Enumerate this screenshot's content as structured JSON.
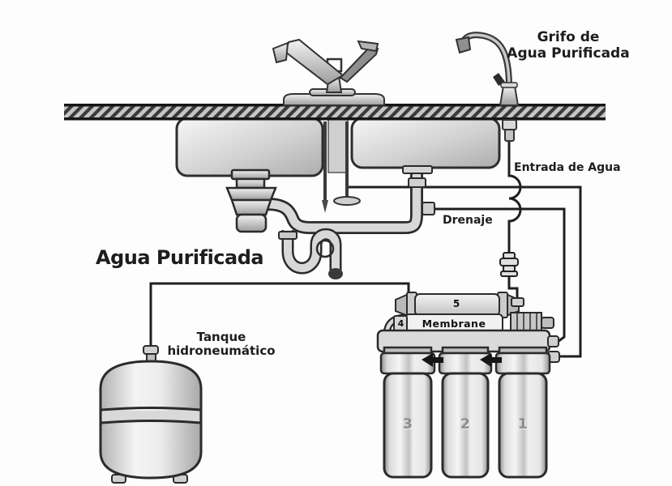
{
  "diagram": {
    "title_context": "Under-sink reverse osmosis water purification system diagram",
    "labels": {
      "purified_faucet_line1": "Grifo de",
      "purified_faucet_line2": "Agua Purificada",
      "water_inlet": "Entrada de Agua",
      "drain": "Drenaje",
      "purified_water": "Agua Purificada",
      "tank_line1": "Tanque",
      "tank_line2": "hidroneumático",
      "membrane": "Membrane"
    },
    "stages": {
      "stage5": "5",
      "stage4": "4",
      "stage3": "3",
      "stage2": "2",
      "stage1": "1"
    },
    "colors": {
      "line": "#1f1f1f",
      "pipe_fill": "#d8d8d8",
      "pipe_outline": "#2b2b2b",
      "label_text": "#1d1d1d",
      "housing_number": "#8d8d8d",
      "background": "#fdfdfd"
    }
  }
}
